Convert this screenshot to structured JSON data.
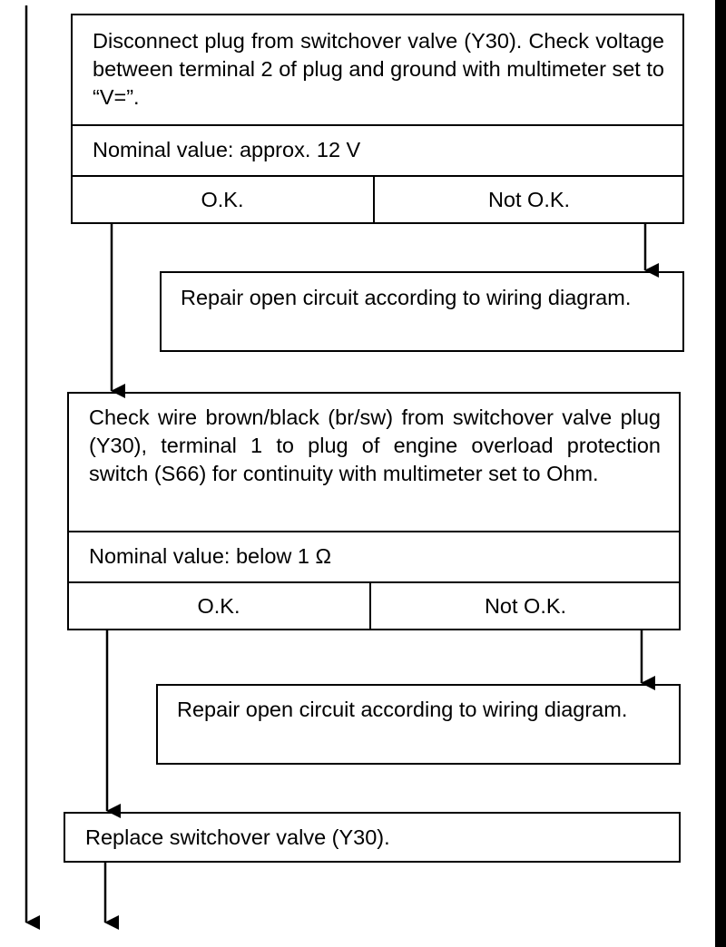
{
  "flow": {
    "step1": {
      "instruction": "Disconnect plug from switchover valve (Y30). Check voltage between terminal 2 of plug and ground with multimeter set to “V=”.",
      "nominal": "Nominal value:  approx. 12 V",
      "ok": "O.K.",
      "not_ok": "Not O.K."
    },
    "repair1": "Repair open circuit according to wiring diagram.",
    "step2": {
      "instruction": "Check wire brown/black (br/sw) from switchover valve plug (Y30), terminal 1 to plug of engine overload protection switch (S66) for continuity with multimeter set to Ohm.",
      "nominal": "Nominal value:  below 1 Ω",
      "ok": "O.K.",
      "not_ok": "Not O.K."
    },
    "repair2": "Repair open circuit according to wiring diagram.",
    "final": "Replace switchover valve (Y30)."
  }
}
